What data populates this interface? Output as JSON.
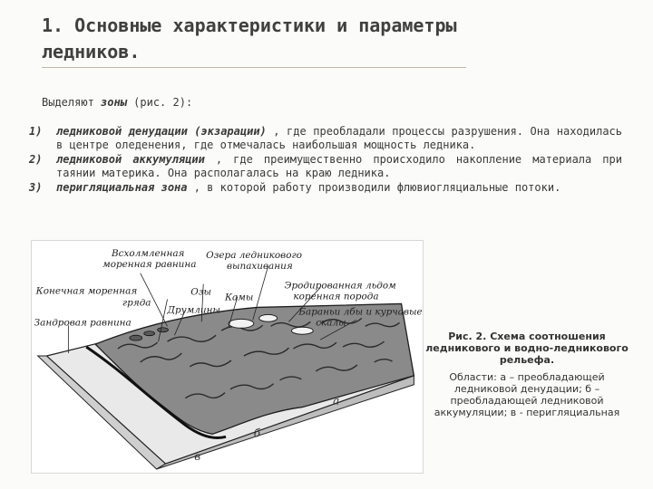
{
  "title": {
    "line1": "1. Основные характеристики и параметры",
    "line2": "ледников."
  },
  "intro": {
    "prefix": "Выделяют ",
    "emphasis": "зоны",
    "suffix": " (рис. 2):"
  },
  "zones": [
    {
      "num": "1)",
      "term": "ледниковой денудации (экзарации)",
      "text": " , где преобладали процессы разрушения. Она находилась в центре оледенения, где отмечалась наибольшая мощность ледника."
    },
    {
      "num": "2)",
      "term": "ледниковой аккумуляции",
      "text": " , где преимущественно происходило накопление материала при таянии материка. Она располагалась на краю ледника."
    },
    {
      "num": "3)",
      "term": "перигляциальная зона",
      "text": " , в которой работу производили флювиогляциальные потоки."
    }
  ],
  "figure": {
    "labels": {
      "vskholmlennaya_1": "Всхолмленная",
      "vskholmlennaya_2": "моренная равнина",
      "ozera_1": "Озера ледникового",
      "ozera_2": "выпахивания",
      "konechnaya_1": "Конечная моренная",
      "konechnaya_2": "гряда",
      "ozy": "Озы",
      "kamy": "Камы",
      "erodirovannaya_1": "Эродированная льдом",
      "erodirovannaya_2": "коренная порода",
      "zandrovaya": "Зандровая равнина",
      "drumliny": "Друмлины",
      "barany_1": "Бараньи лбы и курчавые",
      "barany_2": "скалы"
    },
    "letters": {
      "a": "а",
      "b": "б",
      "v": "в"
    }
  },
  "caption": {
    "title": "Рис. 2. Схема соотношения ледникового и водно-ледникового рельефа.",
    "body": "Области: а – преобладающей ледниковой денудации; б – преобладающей ледниковой аккумуляции; в - перигляциальная"
  }
}
